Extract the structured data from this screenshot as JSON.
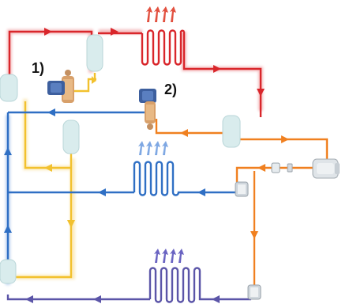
{
  "labels": {
    "valve_1": "1)",
    "valve_2": "2)"
  },
  "colors": {
    "hot_gas_line": "#d9262b",
    "liquid_line": "#f08020",
    "suction_line": "#2f6fc4",
    "low_temp_line": "#5b55a8",
    "intermediate_line": "#f2c12e",
    "vessel": "#d9eced",
    "valve_body": "#3d5f9e",
    "heat_arrows_hot": "#e2503f",
    "heat_arrows_cold": "#7fa8e3",
    "heat_arrows_low": "#6a64c2"
  },
  "icons": [
    "receiver-vessel",
    "expansion-valve",
    "heat-exchanger-coil",
    "compressor",
    "flow-arrow",
    "heat-arrows"
  ]
}
